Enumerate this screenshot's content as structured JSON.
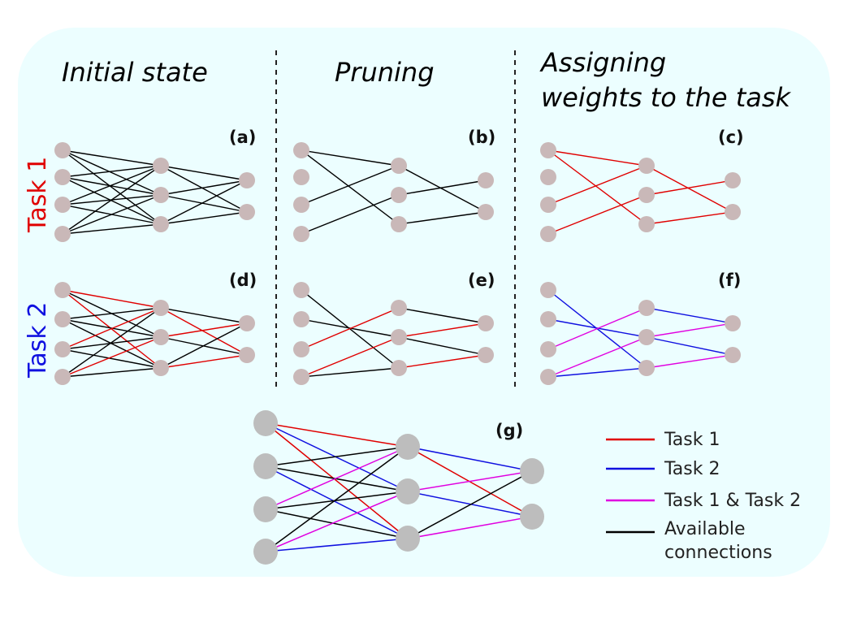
{
  "titles": {
    "initial": "Initial state",
    "pruning": "Pruning",
    "assign_line1": "Assigning",
    "assign_line2": "weights to the task"
  },
  "row_labels": {
    "task1": "Task 1",
    "task2": "Task 2"
  },
  "colors": {
    "task1": "#e00000",
    "task2": "#1010e0",
    "both": "#e000e0",
    "available": "#000000",
    "node_small": "#c9b8b8",
    "node_large": "#bdbdbd",
    "panel": "#ecfeff"
  },
  "panels": [
    {
      "id": "a",
      "label": "(a)",
      "row": 1,
      "col": 1,
      "edges": [
        {
          "from": [
            0,
            0
          ],
          "to": [
            1,
            0
          ],
          "c": "available"
        },
        {
          "from": [
            0,
            0
          ],
          "to": [
            1,
            1
          ],
          "c": "available"
        },
        {
          "from": [
            0,
            0
          ],
          "to": [
            1,
            2
          ],
          "c": "available"
        },
        {
          "from": [
            0,
            1
          ],
          "to": [
            1,
            0
          ],
          "c": "available"
        },
        {
          "from": [
            0,
            1
          ],
          "to": [
            1,
            1
          ],
          "c": "available"
        },
        {
          "from": [
            0,
            1
          ],
          "to": [
            1,
            2
          ],
          "c": "available"
        },
        {
          "from": [
            0,
            2
          ],
          "to": [
            1,
            0
          ],
          "c": "available"
        },
        {
          "from": [
            0,
            2
          ],
          "to": [
            1,
            1
          ],
          "c": "available"
        },
        {
          "from": [
            0,
            2
          ],
          "to": [
            1,
            2
          ],
          "c": "available"
        },
        {
          "from": [
            0,
            3
          ],
          "to": [
            1,
            0
          ],
          "c": "available"
        },
        {
          "from": [
            0,
            3
          ],
          "to": [
            1,
            1
          ],
          "c": "available"
        },
        {
          "from": [
            0,
            3
          ],
          "to": [
            1,
            2
          ],
          "c": "available"
        },
        {
          "from": [
            1,
            0
          ],
          "to": [
            2,
            0
          ],
          "c": "available"
        },
        {
          "from": [
            1,
            0
          ],
          "to": [
            2,
            1
          ],
          "c": "available"
        },
        {
          "from": [
            1,
            1
          ],
          "to": [
            2,
            0
          ],
          "c": "available"
        },
        {
          "from": [
            1,
            1
          ],
          "to": [
            2,
            1
          ],
          "c": "available"
        },
        {
          "from": [
            1,
            2
          ],
          "to": [
            2,
            0
          ],
          "c": "available"
        },
        {
          "from": [
            1,
            2
          ],
          "to": [
            2,
            1
          ],
          "c": "available"
        }
      ]
    },
    {
      "id": "b",
      "label": "(b)",
      "row": 1,
      "col": 2,
      "edges": [
        {
          "from": [
            0,
            0
          ],
          "to": [
            1,
            0
          ],
          "c": "available"
        },
        {
          "from": [
            0,
            0
          ],
          "to": [
            1,
            2
          ],
          "c": "available"
        },
        {
          "from": [
            0,
            2
          ],
          "to": [
            1,
            0
          ],
          "c": "available"
        },
        {
          "from": [
            0,
            3
          ],
          "to": [
            1,
            1
          ],
          "c": "available"
        },
        {
          "from": [
            1,
            0
          ],
          "to": [
            2,
            1
          ],
          "c": "available"
        },
        {
          "from": [
            1,
            1
          ],
          "to": [
            2,
            0
          ],
          "c": "available"
        },
        {
          "from": [
            1,
            2
          ],
          "to": [
            2,
            1
          ],
          "c": "available"
        }
      ]
    },
    {
      "id": "c",
      "label": "(c)",
      "row": 1,
      "col": 3,
      "edges": [
        {
          "from": [
            0,
            0
          ],
          "to": [
            1,
            0
          ],
          "c": "task1"
        },
        {
          "from": [
            0,
            0
          ],
          "to": [
            1,
            2
          ],
          "c": "task1"
        },
        {
          "from": [
            0,
            2
          ],
          "to": [
            1,
            0
          ],
          "c": "task1"
        },
        {
          "from": [
            0,
            3
          ],
          "to": [
            1,
            1
          ],
          "c": "task1"
        },
        {
          "from": [
            1,
            0
          ],
          "to": [
            2,
            1
          ],
          "c": "task1"
        },
        {
          "from": [
            1,
            1
          ],
          "to": [
            2,
            0
          ],
          "c": "task1"
        },
        {
          "from": [
            1,
            2
          ],
          "to": [
            2,
            1
          ],
          "c": "task1"
        }
      ]
    },
    {
      "id": "d",
      "label": "(d)",
      "row": 2,
      "col": 1,
      "edges": [
        {
          "from": [
            0,
            0
          ],
          "to": [
            1,
            0
          ],
          "c": "task1"
        },
        {
          "from": [
            0,
            0
          ],
          "to": [
            1,
            1
          ],
          "c": "available"
        },
        {
          "from": [
            0,
            0
          ],
          "to": [
            1,
            2
          ],
          "c": "task1"
        },
        {
          "from": [
            0,
            1
          ],
          "to": [
            1,
            0
          ],
          "c": "available"
        },
        {
          "from": [
            0,
            1
          ],
          "to": [
            1,
            1
          ],
          "c": "available"
        },
        {
          "from": [
            0,
            1
          ],
          "to": [
            1,
            2
          ],
          "c": "available"
        },
        {
          "from": [
            0,
            2
          ],
          "to": [
            1,
            0
          ],
          "c": "task1"
        },
        {
          "from": [
            0,
            2
          ],
          "to": [
            1,
            1
          ],
          "c": "available"
        },
        {
          "from": [
            0,
            2
          ],
          "to": [
            1,
            2
          ],
          "c": "available"
        },
        {
          "from": [
            0,
            3
          ],
          "to": [
            1,
            0
          ],
          "c": "available"
        },
        {
          "from": [
            0,
            3
          ],
          "to": [
            1,
            1
          ],
          "c": "task1"
        },
        {
          "from": [
            0,
            3
          ],
          "to": [
            1,
            2
          ],
          "c": "available"
        },
        {
          "from": [
            1,
            0
          ],
          "to": [
            2,
            0
          ],
          "c": "available"
        },
        {
          "from": [
            1,
            0
          ],
          "to": [
            2,
            1
          ],
          "c": "task1"
        },
        {
          "from": [
            1,
            1
          ],
          "to": [
            2,
            0
          ],
          "c": "task1"
        },
        {
          "from": [
            1,
            1
          ],
          "to": [
            2,
            1
          ],
          "c": "available"
        },
        {
          "from": [
            1,
            2
          ],
          "to": [
            2,
            0
          ],
          "c": "available"
        },
        {
          "from": [
            1,
            2
          ],
          "to": [
            2,
            1
          ],
          "c": "task1"
        }
      ]
    },
    {
      "id": "e",
      "label": "(e)",
      "row": 2,
      "col": 2,
      "edges": [
        {
          "from": [
            0,
            0
          ],
          "to": [
            1,
            2
          ],
          "c": "available"
        },
        {
          "from": [
            0,
            1
          ],
          "to": [
            1,
            1
          ],
          "c": "available"
        },
        {
          "from": [
            0,
            2
          ],
          "to": [
            1,
            0
          ],
          "c": "task1"
        },
        {
          "from": [
            0,
            3
          ],
          "to": [
            1,
            1
          ],
          "c": "task1"
        },
        {
          "from": [
            0,
            3
          ],
          "to": [
            1,
            2
          ],
          "c": "available"
        },
        {
          "from": [
            1,
            0
          ],
          "to": [
            2,
            0
          ],
          "c": "available"
        },
        {
          "from": [
            1,
            1
          ],
          "to": [
            2,
            0
          ],
          "c": "task1"
        },
        {
          "from": [
            1,
            1
          ],
          "to": [
            2,
            1
          ],
          "c": "available"
        },
        {
          "from": [
            1,
            2
          ],
          "to": [
            2,
            1
          ],
          "c": "task1"
        }
      ]
    },
    {
      "id": "f",
      "label": "(f)",
      "row": 2,
      "col": 3,
      "edges": [
        {
          "from": [
            0,
            0
          ],
          "to": [
            1,
            2
          ],
          "c": "task2"
        },
        {
          "from": [
            0,
            1
          ],
          "to": [
            1,
            1
          ],
          "c": "task2"
        },
        {
          "from": [
            0,
            2
          ],
          "to": [
            1,
            0
          ],
          "c": "both"
        },
        {
          "from": [
            0,
            3
          ],
          "to": [
            1,
            1
          ],
          "c": "both"
        },
        {
          "from": [
            0,
            3
          ],
          "to": [
            1,
            2
          ],
          "c": "task2"
        },
        {
          "from": [
            1,
            0
          ],
          "to": [
            2,
            0
          ],
          "c": "task2"
        },
        {
          "from": [
            1,
            1
          ],
          "to": [
            2,
            0
          ],
          "c": "both"
        },
        {
          "from": [
            1,
            1
          ],
          "to": [
            2,
            1
          ],
          "c": "task2"
        },
        {
          "from": [
            1,
            2
          ],
          "to": [
            2,
            1
          ],
          "c": "both"
        }
      ]
    }
  ],
  "combined": {
    "label": "(g)",
    "edges": [
      {
        "from": [
          0,
          0
        ],
        "to": [
          1,
          0
        ],
        "c": "task1"
      },
      {
        "from": [
          0,
          0
        ],
        "to": [
          1,
          1
        ],
        "c": "task2"
      },
      {
        "from": [
          0,
          0
        ],
        "to": [
          1,
          2
        ],
        "c": "task1"
      },
      {
        "from": [
          0,
          1
        ],
        "to": [
          1,
          0
        ],
        "c": "available"
      },
      {
        "from": [
          0,
          1
        ],
        "to": [
          1,
          1
        ],
        "c": "available"
      },
      {
        "from": [
          0,
          1
        ],
        "to": [
          1,
          2
        ],
        "c": "task2"
      },
      {
        "from": [
          0,
          2
        ],
        "to": [
          1,
          0
        ],
        "c": "both"
      },
      {
        "from": [
          0,
          2
        ],
        "to": [
          1,
          1
        ],
        "c": "available"
      },
      {
        "from": [
          0,
          2
        ],
        "to": [
          1,
          2
        ],
        "c": "available"
      },
      {
        "from": [
          0,
          3
        ],
        "to": [
          1,
          0
        ],
        "c": "available"
      },
      {
        "from": [
          0,
          3
        ],
        "to": [
          1,
          1
        ],
        "c": "both"
      },
      {
        "from": [
          0,
          3
        ],
        "to": [
          1,
          2
        ],
        "c": "task2"
      },
      {
        "from": [
          1,
          0
        ],
        "to": [
          2,
          0
        ],
        "c": "task2"
      },
      {
        "from": [
          1,
          0
        ],
        "to": [
          2,
          1
        ],
        "c": "task1"
      },
      {
        "from": [
          1,
          1
        ],
        "to": [
          2,
          0
        ],
        "c": "both"
      },
      {
        "from": [
          1,
          1
        ],
        "to": [
          2,
          1
        ],
        "c": "task2"
      },
      {
        "from": [
          1,
          2
        ],
        "to": [
          2,
          0
        ],
        "c": "available"
      },
      {
        "from": [
          1,
          2
        ],
        "to": [
          2,
          1
        ],
        "c": "both"
      }
    ]
  },
  "legend": [
    {
      "key": "task1",
      "line1": "Task 1",
      "line2": ""
    },
    {
      "key": "task2",
      "line1": "Task 2",
      "line2": ""
    },
    {
      "key": "both",
      "line1": "Task 1 & Task 2",
      "line2": ""
    },
    {
      "key": "available",
      "line1": "Available",
      "line2": "connections"
    }
  ]
}
